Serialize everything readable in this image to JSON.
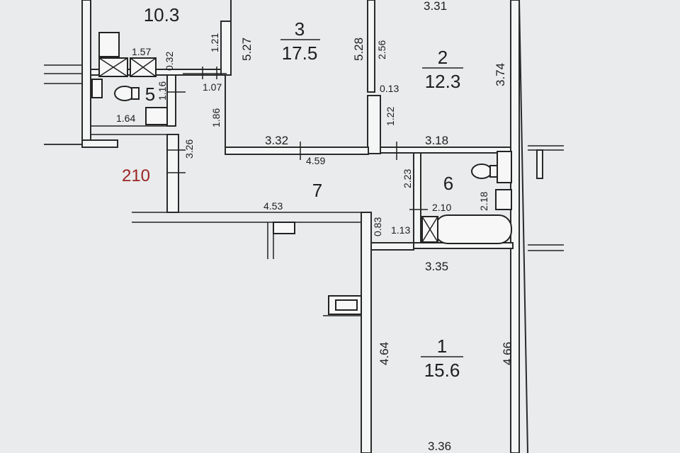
{
  "rooms": {
    "r1": {
      "number": "1",
      "area": "15.6"
    },
    "r2": {
      "number": "2",
      "area": "12.3"
    },
    "r3": {
      "number": "3",
      "area": "17.5"
    },
    "r4": {
      "area": "10.3"
    },
    "r5": {
      "number": "5"
    },
    "r6": {
      "number": "6"
    },
    "r7": {
      "number": "7"
    }
  },
  "dimensions": {
    "d_331": "3.31",
    "d_527": "5.27",
    "d_528": "5.28",
    "d_256": "2.56",
    "d_374": "3.74",
    "d_121": "1.21",
    "d_157": "1.57",
    "d_032": "0.32",
    "d_116": "1.16",
    "d_107": "1.07",
    "d_013": "0.13",
    "d_164": "1.64",
    "d_186": "1.86",
    "d_122": "1.22",
    "d_332": "3.32",
    "d_318": "3.18",
    "d_459": "4.59",
    "d_326": "3.26",
    "d_223": "2.23",
    "d_218": "2.18",
    "d_210": "2.10",
    "d_453": "4.53",
    "d_083": "0.83",
    "d_113": "1.13",
    "d_335": "3.35",
    "d_464": "4.64",
    "d_466": "4.66",
    "d_336": "3.36"
  },
  "labels": {
    "stair_code": "210"
  }
}
